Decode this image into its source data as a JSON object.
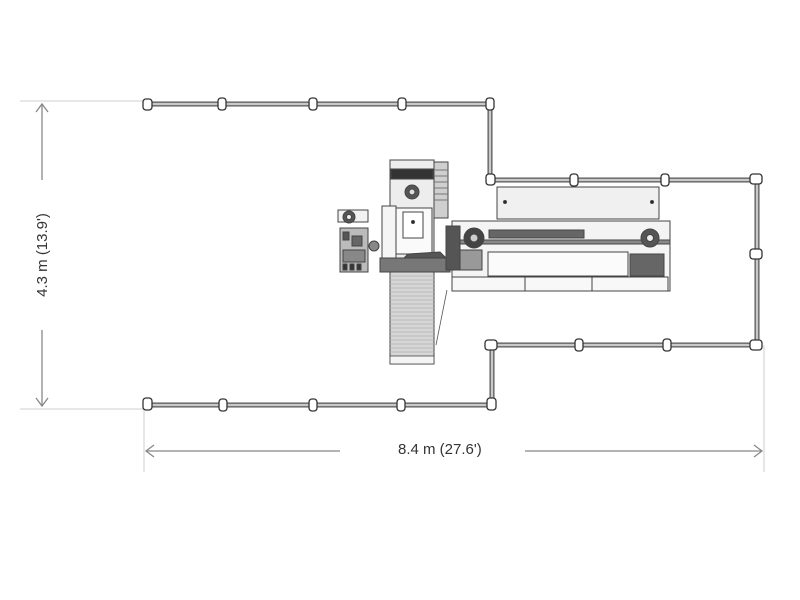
{
  "diagram": {
    "type": "machine-floor-plan",
    "dimensions": {
      "height": {
        "label": "4.3 m (13.9')",
        "value_m": 4.3,
        "value_ft": 13.9
      },
      "width": {
        "label": "8.4 m (27.6')",
        "value_m": 8.4,
        "value_ft": 27.6
      }
    },
    "colors": {
      "fence": "#9a9a9a",
      "fence_outline": "#555555",
      "machine_outline": "#444444",
      "machine_fill": "#ededed",
      "dimension_line": "#888888",
      "conveyor_fill": "#d6d6d6"
    },
    "components": [
      {
        "name": "safety-fence"
      },
      {
        "name": "main-machine-body"
      },
      {
        "name": "control-panel"
      },
      {
        "name": "infeed-conveyor"
      },
      {
        "name": "linear-transfer-unit"
      },
      {
        "name": "fence-posts"
      }
    ]
  }
}
